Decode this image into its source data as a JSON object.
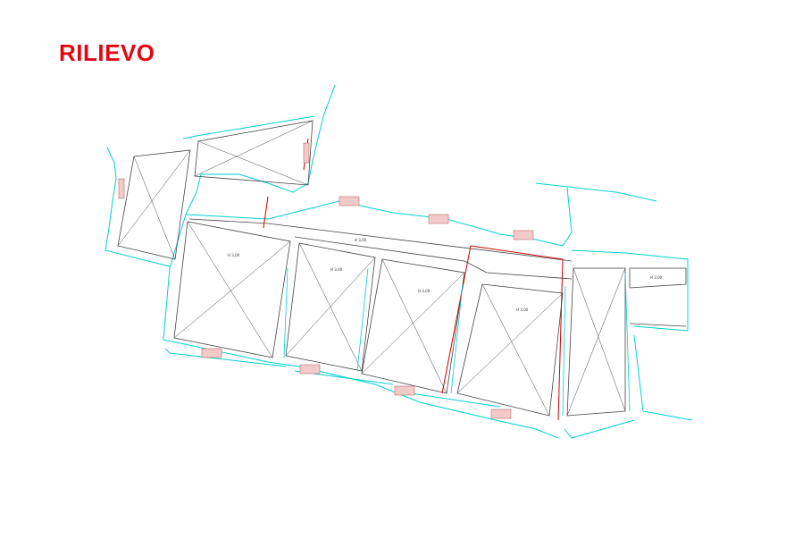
{
  "title": "RILIEVO",
  "colors": {
    "title": "#e30613",
    "outline": "#00d0d0",
    "walls": "#444444",
    "demolition": "#d00000",
    "openings": "#d09090"
  },
  "rooms": [
    {
      "id": "r1",
      "height_label": "H 3,00"
    },
    {
      "id": "r2",
      "height_label": "H 3,00"
    },
    {
      "id": "r3",
      "height_label": "H 3,00"
    },
    {
      "id": "r4",
      "height_label": "H 3,00"
    },
    {
      "id": "r5",
      "height_label": "H 3,00"
    },
    {
      "id": "r6",
      "height_label": "H 3,00"
    }
  ]
}
